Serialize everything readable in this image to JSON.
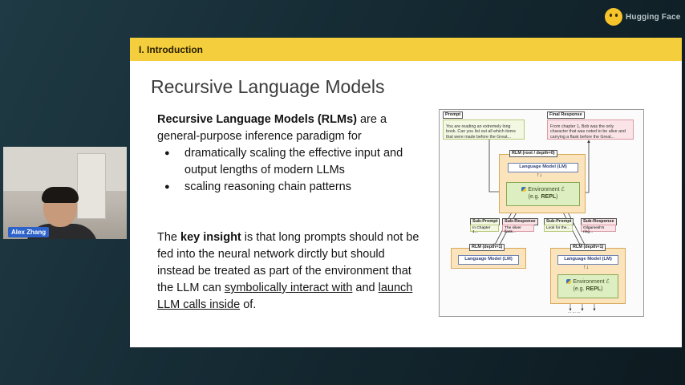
{
  "brand": {
    "name": "Hugging Face",
    "icon": "hugging-face-logo"
  },
  "slide": {
    "section": "I. Introduction",
    "title": "Recursive Language Models",
    "para1": {
      "bold": "Recursive Language Models (RLMs)",
      "rest": " are a general-purpose inference paradigm for"
    },
    "bullets": [
      "dramatically scaling the effective input and output lengths of modern LLMs",
      "scaling reasoning chain patterns"
    ],
    "para2": {
      "t1": "The ",
      "key": "key insight",
      "t2": " is that long prompts should not be fed into the neural network dirctly but should instead be treated as part of the environment that the LLM can ",
      "u1": "symbolically interact with",
      "t3": " and ",
      "u2": "launch LLM calls inside",
      "t4": " of."
    }
  },
  "diagram": {
    "prompt_tag": "Prompt",
    "prompt_text": "You are reading an extremely long book. Can you list out all which items that were made before the Great...",
    "final_tag": "Final Response",
    "final_text": "From chapter 1, Bob was the only character that was noted to be alive and carrying a flask before the Great...",
    "rlm_root": "RLM (root / depth=0)",
    "lm_label": "Language Model (LM)",
    "env_label": "Environment ℰ",
    "env_sub_prefix": "(e.g. ",
    "env_sub_bold": "REPL",
    "env_sub_suffix": ")",
    "subprompt_tag": "Sub-Prompt",
    "subresponse_tag": "Sub-Response",
    "sp1": "In Chapter 1...",
    "sr1": "The silver flask...",
    "sp2": "Look for the...",
    "sr2": "Gilgamesh's ring...",
    "rlm_d1": "RLM (depth=1)",
    "updown": "↑↓",
    "dots": "... ... ..."
  },
  "camera": {
    "participant_name": "Alex Zhang"
  }
}
